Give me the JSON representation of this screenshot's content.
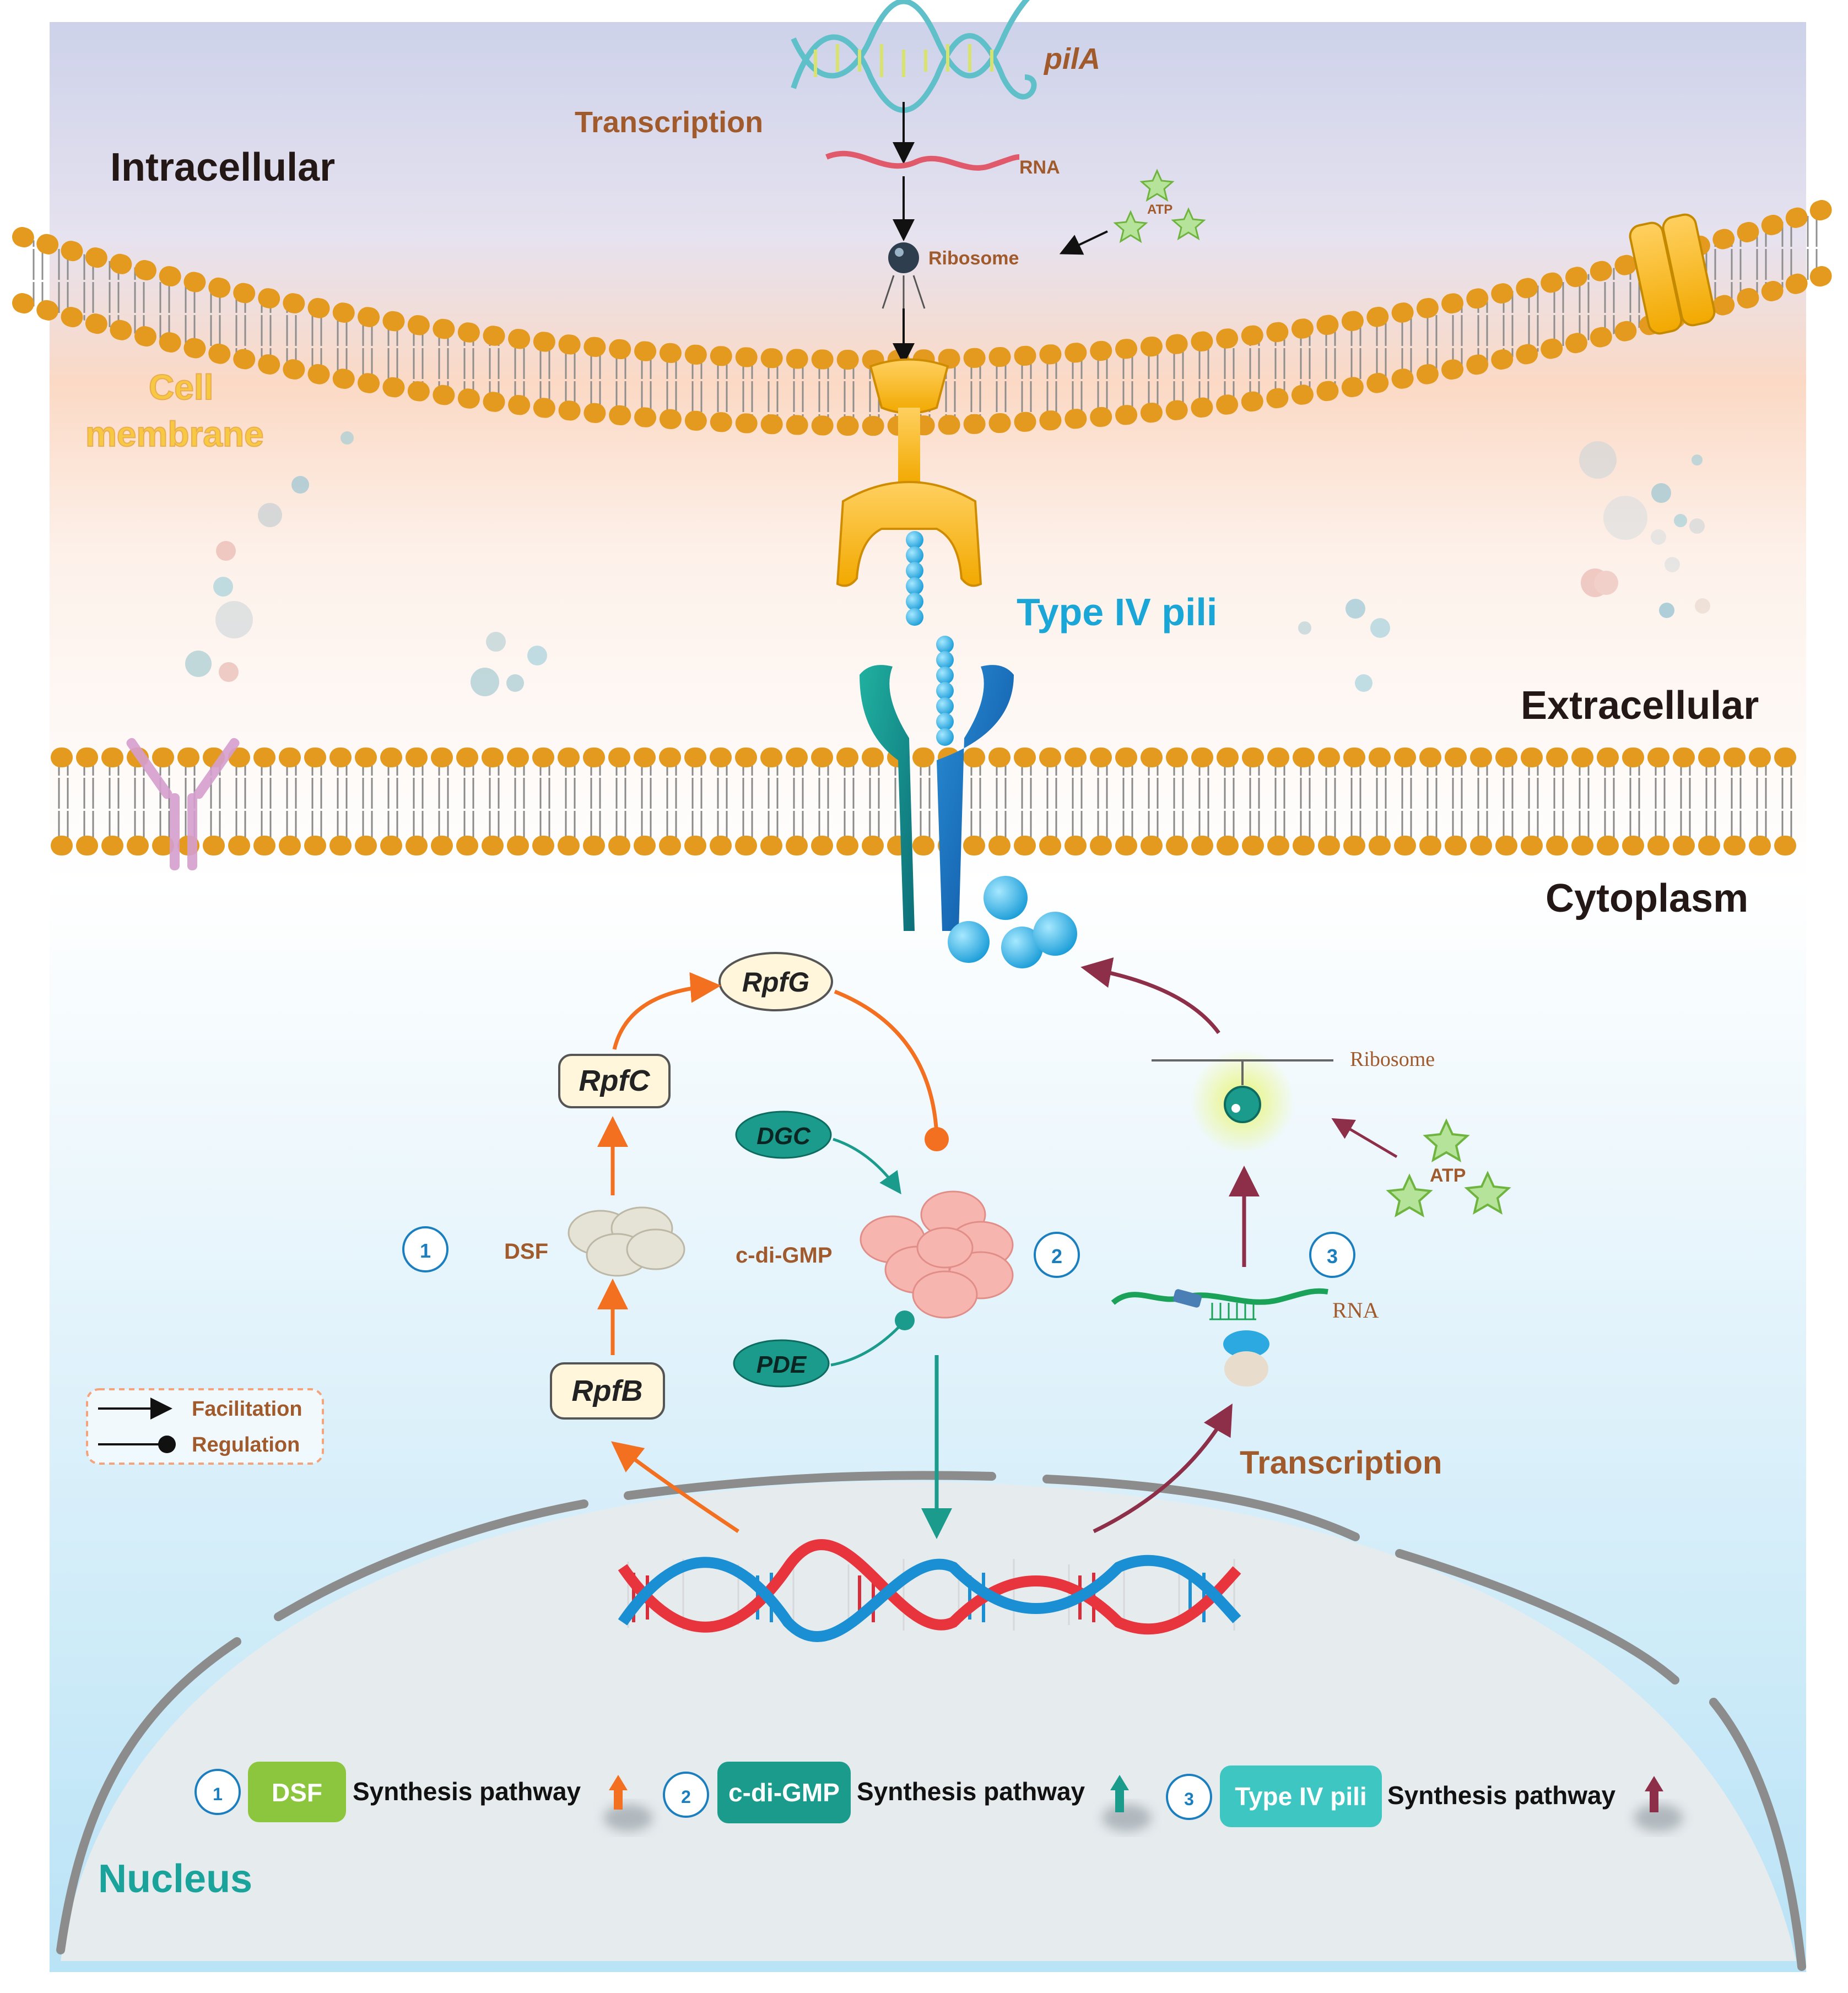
{
  "regions": {
    "intracellular": "Intracellular",
    "cell_membrane_line1": "Cell",
    "cell_membrane_line2": "membrane",
    "extracellular": "Extracellular",
    "cytoplasm": "Cytoplasm",
    "nucleus": "Nucleus"
  },
  "top_pathway": {
    "gene": "pilA",
    "transcription": "Transcription",
    "rna": "RNA",
    "ribosome": "Ribosome",
    "atp": "ATP"
  },
  "pili": {
    "label": "Type IV pili"
  },
  "rpf_cycle": {
    "rpfg": "RpfG",
    "rpfc": "RpfC",
    "rpfb": "RpfB",
    "dsf": "DSF",
    "marker_1": "1"
  },
  "cdigmp": {
    "dgc": "DGC",
    "pde": "PDE",
    "label": "c-di-GMP",
    "marker_2": "2"
  },
  "right_pathway": {
    "ribosome": "Ribosome",
    "atp": "ATP",
    "rna": "RNA",
    "transcription": "Transcription",
    "marker_3": "3"
  },
  "legend": {
    "facilitation": "Facilitation",
    "regulation": "Regulation"
  },
  "key": [
    {
      "number": "1",
      "badge": "DSF",
      "text": "Synthesis pathway",
      "badge_color": "#8cc63f",
      "arrow_color": "#f37021"
    },
    {
      "number": "2",
      "badge": "c-di-GMP",
      "text": "Synthesis pathway",
      "badge_color": "#1a9b8c",
      "arrow_color": "#1a9b8c"
    },
    {
      "number": "3",
      "badge": "Type IV pili",
      "text": "Synthesis pathway",
      "badge_color": "#3ec6c3",
      "arrow_color": "#8e2f4a"
    }
  ],
  "colors": {
    "orange_arrow": "#f37021",
    "teal_arrow": "#1a9b8c",
    "maroon_arrow": "#8e2f4a",
    "brown_text": "#a05a2c",
    "pili_blue": "#1ba6d8",
    "lipid_head": "#f5a623"
  }
}
